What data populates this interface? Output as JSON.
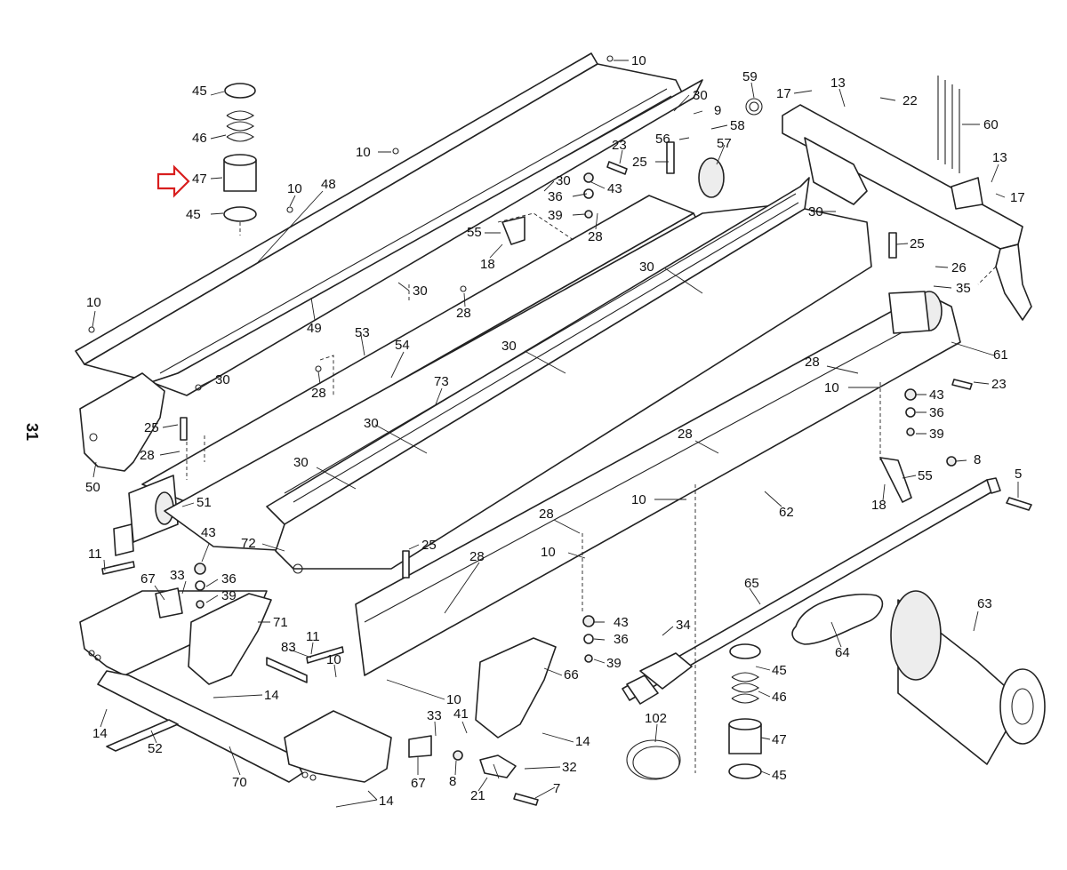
{
  "page_number": "31",
  "highlight": {
    "part": "47",
    "color": "#d81e1e"
  },
  "callouts": [
    {
      "id": "c45a",
      "text": "45"
    },
    {
      "id": "c46a",
      "text": "46"
    },
    {
      "id": "c47a",
      "text": "47"
    },
    {
      "id": "c45b",
      "text": "45"
    },
    {
      "id": "c10a",
      "text": "10"
    },
    {
      "id": "c48",
      "text": "48"
    },
    {
      "id": "c10b",
      "text": "10"
    },
    {
      "id": "c10c",
      "text": "10"
    },
    {
      "id": "c49",
      "text": "49"
    },
    {
      "id": "c30a",
      "text": "30"
    },
    {
      "id": "c28a",
      "text": "28"
    },
    {
      "id": "c53",
      "text": "53"
    },
    {
      "id": "c54",
      "text": "54"
    },
    {
      "id": "c10d",
      "text": "10"
    },
    {
      "id": "c30b",
      "text": "30"
    },
    {
      "id": "c28b",
      "text": "28"
    },
    {
      "id": "c25a",
      "text": "25"
    },
    {
      "id": "c28c",
      "text": "28"
    },
    {
      "id": "c50",
      "text": "50"
    },
    {
      "id": "c51",
      "text": "51"
    },
    {
      "id": "c30c",
      "text": "30"
    },
    {
      "id": "c36a",
      "text": "36"
    },
    {
      "id": "c39a",
      "text": "39"
    },
    {
      "id": "c43a",
      "text": "43"
    },
    {
      "id": "c28d",
      "text": "28"
    },
    {
      "id": "c23a",
      "text": "23"
    },
    {
      "id": "c25b",
      "text": "25"
    },
    {
      "id": "c55a",
      "text": "55"
    },
    {
      "id": "c18a",
      "text": "18"
    },
    {
      "id": "c30d",
      "text": "30"
    },
    {
      "id": "c9",
      "text": "9"
    },
    {
      "id": "c56",
      "text": "56"
    },
    {
      "id": "c58",
      "text": "58"
    },
    {
      "id": "c57",
      "text": "57"
    },
    {
      "id": "c59",
      "text": "59"
    },
    {
      "id": "c17a",
      "text": "17"
    },
    {
      "id": "c13a",
      "text": "13"
    },
    {
      "id": "c22",
      "text": "22"
    },
    {
      "id": "c60",
      "text": "60"
    },
    {
      "id": "c13b",
      "text": "13"
    },
    {
      "id": "c17b",
      "text": "17"
    },
    {
      "id": "c30e",
      "text": "30"
    },
    {
      "id": "c25c",
      "text": "25"
    },
    {
      "id": "c26",
      "text": "26"
    },
    {
      "id": "c35",
      "text": "35"
    },
    {
      "id": "c30f",
      "text": "30"
    },
    {
      "id": "c30g",
      "text": "30"
    },
    {
      "id": "c73",
      "text": "73"
    },
    {
      "id": "c30h",
      "text": "30"
    },
    {
      "id": "c30i",
      "text": "30"
    },
    {
      "id": "c61",
      "text": "61"
    },
    {
      "id": "c28e",
      "text": "28"
    },
    {
      "id": "c10e",
      "text": "10"
    },
    {
      "id": "c23b",
      "text": "23"
    },
    {
      "id": "c43b",
      "text": "43"
    },
    {
      "id": "c36b",
      "text": "36"
    },
    {
      "id": "c39b",
      "text": "39"
    },
    {
      "id": "c28f",
      "text": "28"
    },
    {
      "id": "c8a",
      "text": "8"
    },
    {
      "id": "c5",
      "text": "5"
    },
    {
      "id": "c55b",
      "text": "55"
    },
    {
      "id": "c18b",
      "text": "18"
    },
    {
      "id": "c62",
      "text": "62"
    },
    {
      "id": "c10f",
      "text": "10"
    },
    {
      "id": "c28g",
      "text": "28"
    },
    {
      "id": "c72",
      "text": "72"
    },
    {
      "id": "c25d",
      "text": "25"
    },
    {
      "id": "c10g",
      "text": "10"
    },
    {
      "id": "c28h",
      "text": "28"
    },
    {
      "id": "c11a",
      "text": "11"
    },
    {
      "id": "c43c",
      "text": "43"
    },
    {
      "id": "c33a",
      "text": "33"
    },
    {
      "id": "c36c",
      "text": "36"
    },
    {
      "id": "c39c",
      "text": "39"
    },
    {
      "id": "c67a",
      "text": "67"
    },
    {
      "id": "c71",
      "text": "71"
    },
    {
      "id": "c65",
      "text": "65"
    },
    {
      "id": "c63",
      "text": "63"
    },
    {
      "id": "c64",
      "text": "64"
    },
    {
      "id": "c43d",
      "text": "43"
    },
    {
      "id": "c36d",
      "text": "36"
    },
    {
      "id": "c39d",
      "text": "39"
    },
    {
      "id": "c34",
      "text": "34"
    },
    {
      "id": "c45c",
      "text": "45"
    },
    {
      "id": "c46b",
      "text": "46"
    },
    {
      "id": "c47b",
      "text": "47"
    },
    {
      "id": "c45d",
      "text": "45"
    },
    {
      "id": "c83",
      "text": "83"
    },
    {
      "id": "c11b",
      "text": "11"
    },
    {
      "id": "c10h",
      "text": "10"
    },
    {
      "id": "c14a",
      "text": "14"
    },
    {
      "id": "c10i",
      "text": "10"
    },
    {
      "id": "c66",
      "text": "66"
    },
    {
      "id": "c14b",
      "text": "14"
    },
    {
      "id": "c52",
      "text": "52"
    },
    {
      "id": "c70",
      "text": "70"
    },
    {
      "id": "c33b",
      "text": "33"
    },
    {
      "id": "c41",
      "text": "41"
    },
    {
      "id": "c102",
      "text": "102"
    },
    {
      "id": "c14c",
      "text": "14"
    },
    {
      "id": "c32",
      "text": "32"
    },
    {
      "id": "c67b",
      "text": "67"
    },
    {
      "id": "c8b",
      "text": "8"
    },
    {
      "id": "c21",
      "text": "21"
    },
    {
      "id": "c7",
      "text": "7"
    },
    {
      "id": "c14d",
      "text": "14"
    }
  ]
}
